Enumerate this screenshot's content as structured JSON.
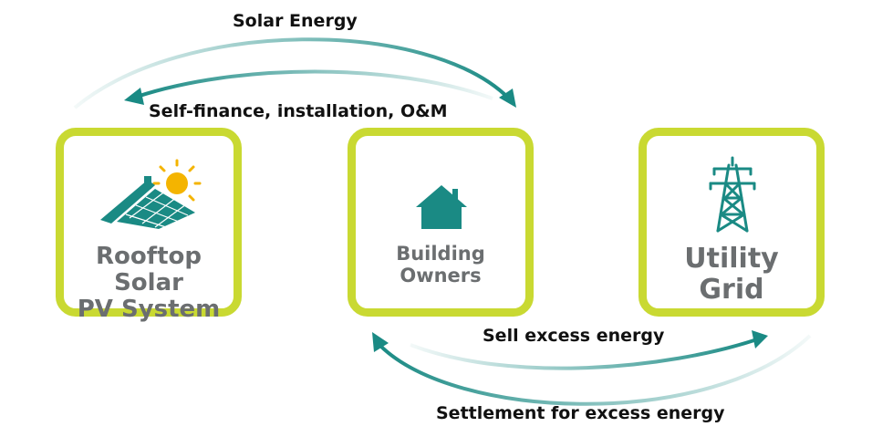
{
  "flows": {
    "solar_energy": "Solar Energy",
    "self_finance": "Self-finance, installation, O&M",
    "sell_excess": "Sell excess energy",
    "settlement": "Settlement for excess energy"
  },
  "nodes": {
    "rooftop": {
      "line1": "Rooftop Solar",
      "line2": "PV System",
      "icon": "solar-roof-icon"
    },
    "owners": {
      "line1": "Building",
      "line2": "Owners",
      "icon": "house-icon"
    },
    "grid": {
      "line1": "Utility",
      "line2": "Grid",
      "icon": "transmission-tower-icon"
    }
  },
  "colors": {
    "arrow": "#1a8a84",
    "border": "#c9d932",
    "label": "#6b6e70",
    "icon": "#1a8a84",
    "sun": "#f4b400",
    "text": "#111111"
  }
}
